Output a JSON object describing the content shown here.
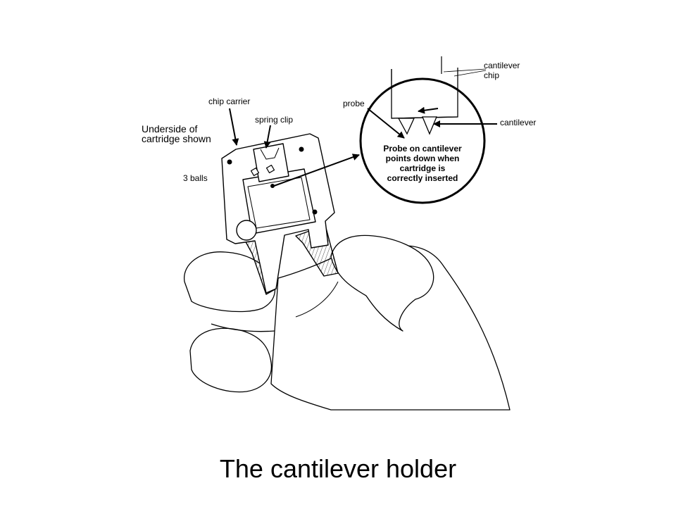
{
  "labels": {
    "chip_carrier": "chip carrier",
    "spring_clip": "spring clip",
    "underside_line1": "Underside of",
    "underside_line2": "cartridge shown",
    "three_balls": "3 balls",
    "probe": "probe",
    "cantilever_chip_line1": "cantilever",
    "cantilever_chip_line2": "chip",
    "cantilever": "cantilever",
    "inset_line1": "Probe on cantilever",
    "inset_line2": "points down when",
    "inset_line3": "cartridge is",
    "inset_line4": "correctly inserted"
  },
  "caption": "The cantilever holder"
}
